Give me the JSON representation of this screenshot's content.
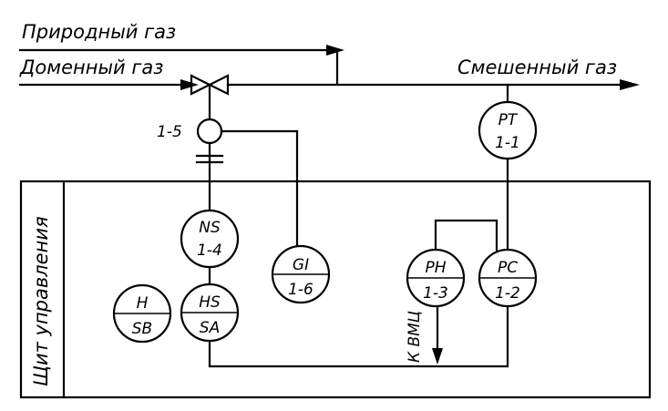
{
  "lines": {
    "natural_gas": "Природный газ",
    "blast_furnace_gas": "Доменный газ",
    "mixed_gas": "Смешенный газ"
  },
  "valve_tag": "1-5",
  "panel_label": "Щит управления",
  "to_label": "К ВМЦ",
  "instruments": {
    "pt": {
      "top": "PT",
      "bottom": "1-1"
    },
    "ns": {
      "top": "NS",
      "bottom": "1-4"
    },
    "gi": {
      "top": "GI",
      "bottom": "1-6"
    },
    "ph": {
      "top": "PH",
      "bottom": "1-3"
    },
    "pc": {
      "top": "PC",
      "bottom": "1-2"
    },
    "h": {
      "top": "H",
      "bottom": "SB"
    },
    "hs": {
      "top": "HS",
      "bottom": "SA"
    }
  }
}
